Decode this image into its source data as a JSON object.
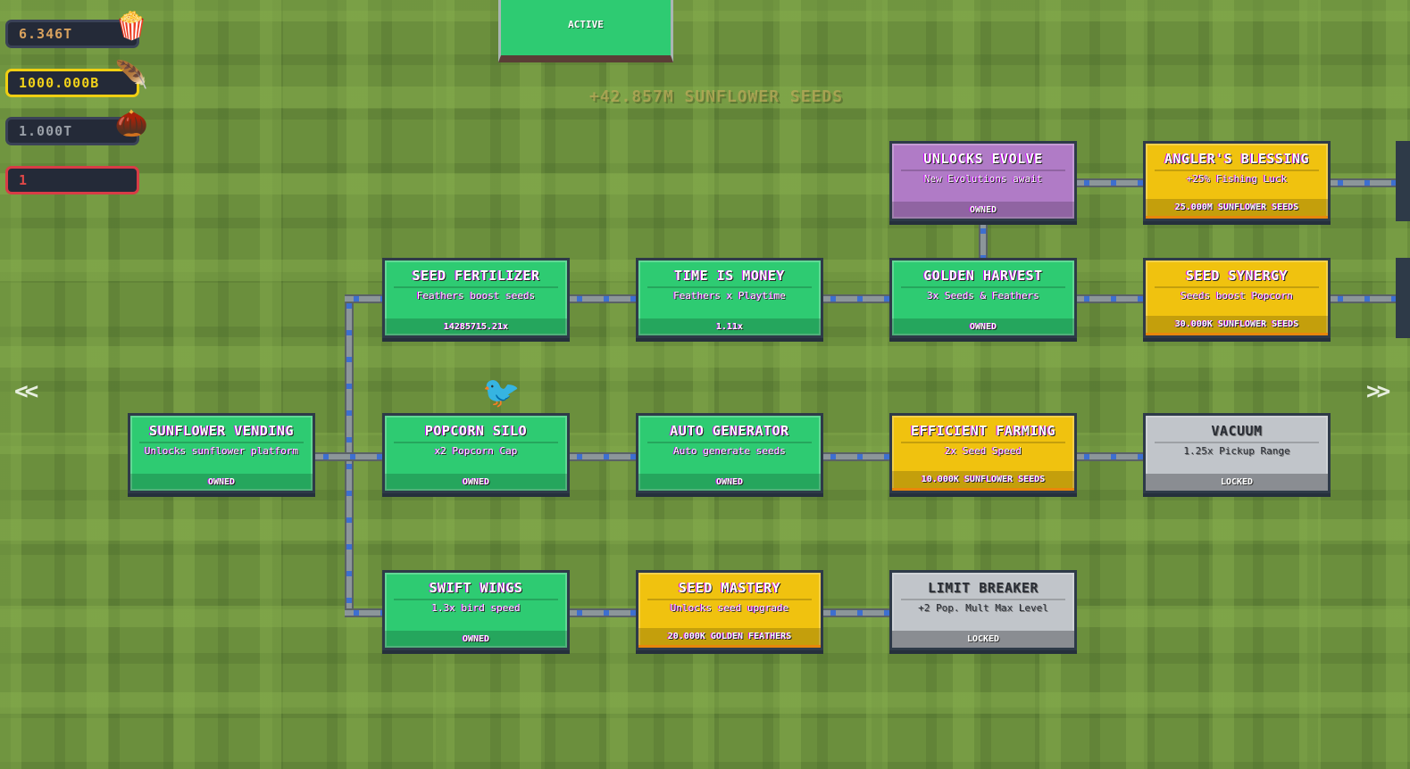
{
  "resources": [
    {
      "name": "popcorn",
      "value": "6.346T",
      "icon": "popcorn-icon",
      "color": "#d9a25e",
      "border": "#3a4256"
    },
    {
      "name": "golden-feathers",
      "value": "1000.000B",
      "icon": "golden-feather-icon",
      "color": "#f2d21a",
      "border": "#f0cf12"
    },
    {
      "name": "sunflower-seeds",
      "value": "1.000T",
      "icon": "seeds-icon",
      "color": "#9aa0a8",
      "border": "#3a4256"
    },
    {
      "name": "level",
      "value": "1",
      "icon": "",
      "color": "#e04848",
      "border": "#d83c46"
    }
  ],
  "active_label": "ACTIVE",
  "gain_text": "+42.857M SUNFLOWER SEEDS",
  "nav": {
    "prev": "<<",
    "next": ">>"
  },
  "upgrades": [
    {
      "id": "sunflower-vending",
      "title": "SUNFLOWER VENDING",
      "desc": "Unlocks sunflower platform",
      "footer": "OWNED",
      "state": "green"
    },
    {
      "id": "seed-fertilizer",
      "title": "SEED FERTILIZER",
      "desc": "Feathers boost seeds",
      "footer": "14285715.21x",
      "state": "green"
    },
    {
      "id": "time-is-money",
      "title": "TIME IS MONEY",
      "desc": "Feathers x Playtime",
      "footer": "1.11x",
      "state": "green"
    },
    {
      "id": "golden-harvest",
      "title": "GOLDEN HARVEST",
      "desc": "3x Seeds & Feathers",
      "footer": "OWNED",
      "state": "green"
    },
    {
      "id": "seed-synergy",
      "title": "SEED SYNERGY",
      "desc": "Seeds boost Popcorn",
      "footer": "30.000K SUNFLOWER SEEDS",
      "state": "yellow"
    },
    {
      "id": "unlocks-evolve",
      "title": "UNLOCKS EVOLVE",
      "desc": "New Evolutions await",
      "footer": "OWNED",
      "state": "purple"
    },
    {
      "id": "anglers-blessing",
      "title": "ANGLER'S BLESSING",
      "desc": "+25% Fishing Luck",
      "footer": "25.000M SUNFLOWER SEEDS",
      "state": "yellow"
    },
    {
      "id": "popcorn-silo",
      "title": "POPCORN SILO",
      "desc": "x2 Popcorn Cap",
      "footer": "OWNED",
      "state": "green"
    },
    {
      "id": "auto-generator",
      "title": "AUTO GENERATOR",
      "desc": "Auto generate seeds",
      "footer": "OWNED",
      "state": "green"
    },
    {
      "id": "efficient-farming",
      "title": "EFFICIENT FARMING",
      "desc": "2x Seed Speed",
      "footer": "10.000K SUNFLOWER SEEDS",
      "state": "yellow"
    },
    {
      "id": "vacuum",
      "title": "VACUUM",
      "desc": "1.25x Pickup Range",
      "footer": "LOCKED",
      "state": "gray"
    },
    {
      "id": "swift-wings",
      "title": "SWIFT WINGS",
      "desc": "1.3x bird speed",
      "footer": "OWNED",
      "state": "green"
    },
    {
      "id": "seed-mastery",
      "title": "SEED MASTERY",
      "desc": "Unlocks seed upgrade",
      "footer": "20.000K GOLDEN FEATHERS",
      "state": "yellow"
    },
    {
      "id": "limit-breaker",
      "title": "LIMIT BREAKER",
      "desc": "+2 Pop. Mult Max Level",
      "footer": "LOCKED",
      "state": "gray"
    }
  ]
}
